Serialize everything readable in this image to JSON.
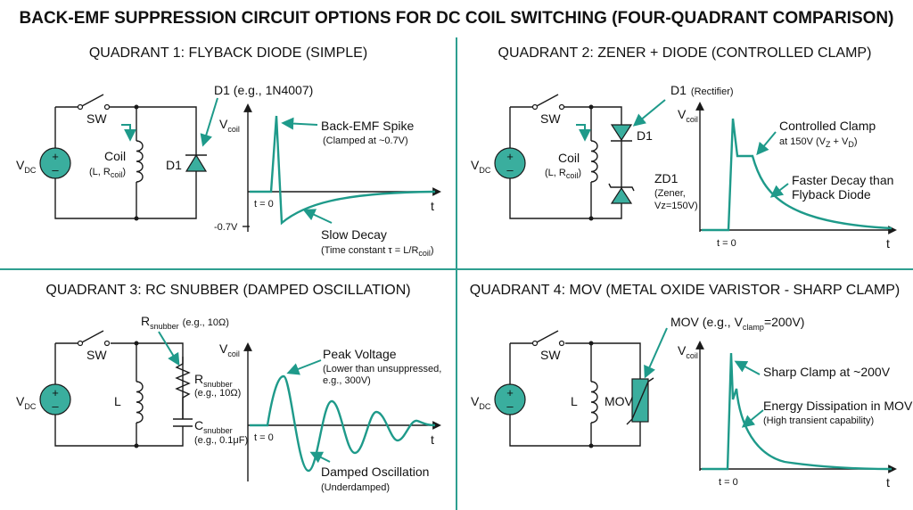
{
  "title": "BACK-EMF SUPPRESSION CIRCUIT OPTIONS FOR DC COIL SWITCHING (FOUR-QUADRANT COMPARISON)",
  "colors": {
    "accent": "#1e9a8a",
    "divider": "#2e9f90",
    "text": "#1a1a1a"
  },
  "q1": {
    "heading": "QUADRANT 1: FLYBACK DIODE (SIMPLE)",
    "vdc": "V",
    "vdc_sub": "DC",
    "sw": "SW",
    "coil": "Coil",
    "coil_params_pre": "(L, R",
    "coil_params_sub": "coil",
    "coil_params_post": ")",
    "d1": "D1",
    "d1_note": "D1 (e.g., 1N4007)",
    "vaxis": "V",
    "vaxis_sub": "coil",
    "t": "t",
    "t0": "t = 0",
    "neg": "-0.7V",
    "spike": "Back-EMF Spike",
    "spike_note": "(Clamped at ~0.7V)",
    "decay": "Slow Decay",
    "decay_note_pre": "(Time constant τ = L/R",
    "decay_note_sub": "coil",
    "decay_note_post": ")"
  },
  "q2": {
    "heading": "QUADRANT 2: ZENER + DIODE (CONTROLLED CLAMP)",
    "vdc": "V",
    "vdc_sub": "DC",
    "sw": "SW",
    "coil": "Coil",
    "coil_params_pre": "(L, R",
    "coil_params_sub": "coil",
    "coil_params_post": ")",
    "d1_top": "D1",
    "d1_top_note": "(Rectifier)",
    "d1": "D1",
    "zd1": "ZD1",
    "zd1_note1": "(Zener,",
    "zd1_note2": "Vz=150V)",
    "vaxis": "V",
    "vaxis_sub": "coil",
    "t": "t",
    "t0": "t = 0",
    "clamp": "Controlled Clamp",
    "clamp_note": "at 150V (V",
    "clamp_note_z": "Z",
    "clamp_note_mid": " + V",
    "clamp_note_d": "D",
    "clamp_note_end": ")",
    "faster1": "Faster Decay than",
    "faster2": "Flyback Diode"
  },
  "q3": {
    "heading": "QUADRANT 3: RC SNUBBER (DAMPED OSCILLATION)",
    "vdc": "V",
    "vdc_sub": "DC",
    "sw": "SW",
    "l": "L",
    "rtop": "R",
    "rtop_sub": "snubber",
    "rtop_note": "(e.g., 10Ω)",
    "r": "R",
    "r_sub": "snubber",
    "r_note": "(e.g., 10Ω)",
    "c": "C",
    "c_sub": "snubber",
    "c_note": "(e.g., 0.1μF)",
    "vaxis": "V",
    "vaxis_sub": "coil",
    "t": "t",
    "t0": "t = 0",
    "peak": "Peak Voltage",
    "peak_note1": "(Lower than unsuppressed,",
    "peak_note2": "e.g., 300V)",
    "damped": "Damped Oscillation",
    "damped_note": "(Underdamped)"
  },
  "q4": {
    "heading": "QUADRANT 4: MOV (METAL OXIDE VARISTOR - SHARP CLAMP)",
    "vdc": "V",
    "vdc_sub": "DC",
    "sw": "SW",
    "l": "L",
    "mov": "MOV",
    "mov_note_pre": "MOV (e.g., V",
    "mov_note_sub": "clamp",
    "mov_note_post": "=200V)",
    "vaxis": "V",
    "vaxis_sub": "coil",
    "t": "t",
    "t0": "t = 0",
    "sharp": "Sharp Clamp at ~200V",
    "energy": "Energy Dissipation in MOV",
    "energy_note": "(High transient capability)"
  }
}
